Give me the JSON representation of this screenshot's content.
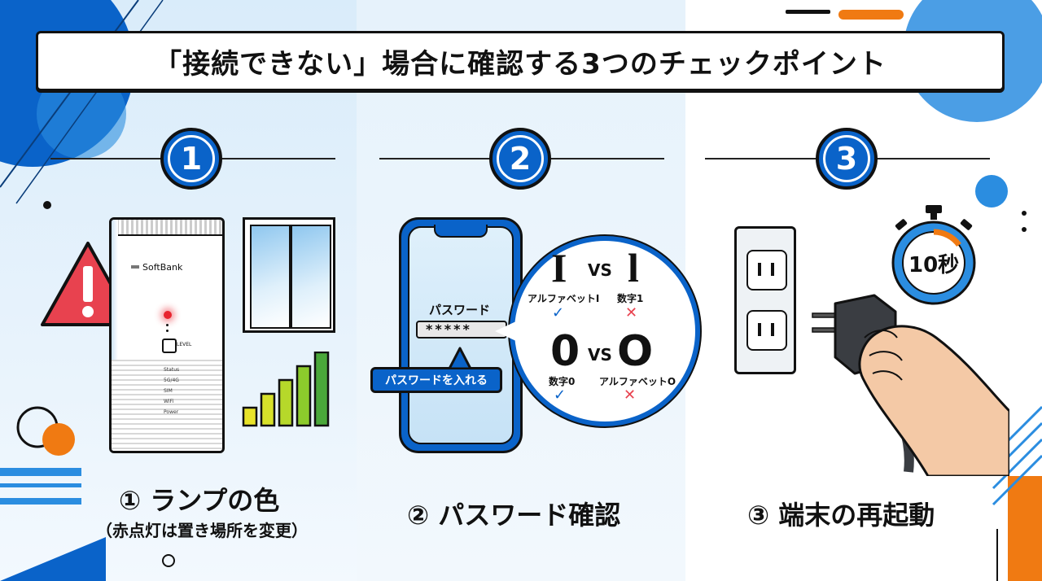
{
  "title": "「接続できない」場合に確認する3つのチェックポイント",
  "steps": [
    {
      "number": "1",
      "caption": "① ランプの色",
      "subcaption": "（赤点灯は置き場所を変更）",
      "router": {
        "brand": "SoftBank",
        "button_label": "LEVEL",
        "indicators": [
          "Status",
          "5G/4G",
          "SIM",
          "WiFi",
          "Power"
        ]
      },
      "signal_bars_colors": [
        "#e8e32a",
        "#d7e12a",
        "#b6d82a",
        "#8ccb2c",
        "#4aa83a"
      ]
    },
    {
      "number": "2",
      "caption": "② パスワード確認",
      "password_label": "パスワード",
      "password_mask": "*****",
      "callout": "パスワードを入れる",
      "compare": [
        {
          "left_char": "I",
          "vs": "VS",
          "right_char": "l",
          "left_label": "アルファベットI",
          "right_label": "数字1"
        },
        {
          "left_char": "0",
          "vs": "VS",
          "right_char": "O",
          "left_label": "数字0",
          "right_label": "アルファベットO"
        }
      ]
    },
    {
      "number": "3",
      "caption": "③ 端末の再起動",
      "timer_text": "10秒"
    }
  ],
  "colors": {
    "accent_blue": "#0a63c9",
    "orange": "#f07a12",
    "warning_red": "#e8424f"
  }
}
